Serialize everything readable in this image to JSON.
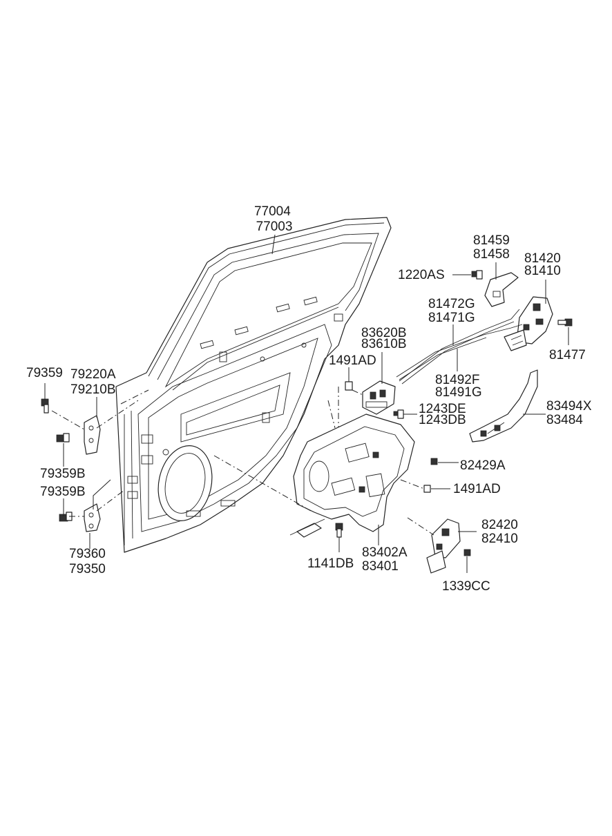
{
  "labels": {
    "door_panel": [
      "77004",
      "77003"
    ],
    "hinge_bolt_top": "79359",
    "upper_hinge": [
      "79220A",
      "79210B"
    ],
    "hinge_bolt_b_top": "79359B",
    "hinge_bolt_b_bottom": "79359B",
    "lower_hinge": [
      "79360",
      "79350"
    ],
    "clip_left": "1491AD",
    "handle_bracket": [
      "83620B",
      "83610B"
    ],
    "inside_handle": [
      "81459",
      "81458"
    ],
    "screw_1220": "1220AS",
    "latch": [
      "81420",
      "81410"
    ],
    "screw_81477": "81477",
    "rod_upper": [
      "81472G",
      "81471G"
    ],
    "rod_lower": [
      "81492F",
      "81491G"
    ],
    "screw_1243": [
      "1243DE",
      "1243DB"
    ],
    "glass_run": [
      "83494X",
      "83484"
    ],
    "nut_82429": "82429A",
    "clip_right": "1491AD",
    "regulator_motor": [
      "82420",
      "82410"
    ],
    "bolt_1339": "1339CC",
    "bolt_1141": "1141DB",
    "regulator": [
      "83402A",
      "83401"
    ]
  }
}
